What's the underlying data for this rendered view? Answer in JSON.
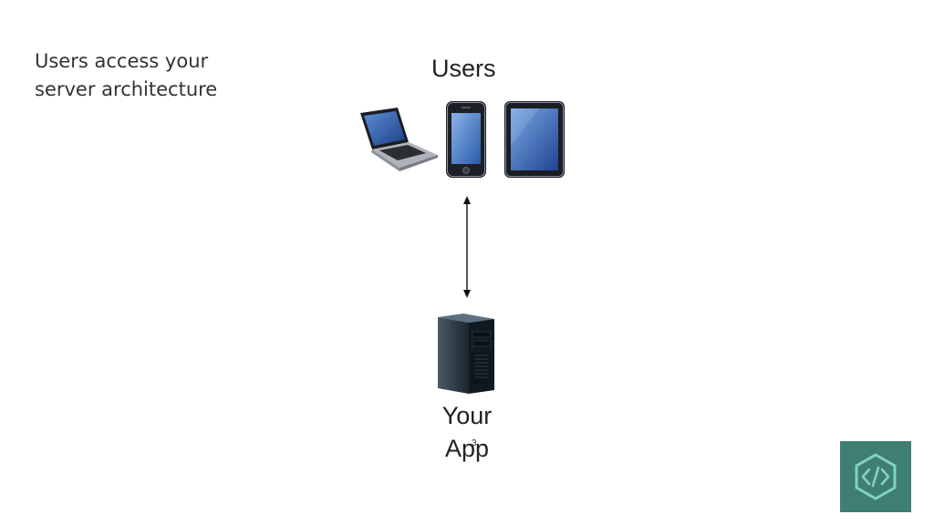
{
  "slide": {
    "text_line1": "Users access your",
    "text_line2": "server architecture"
  },
  "diagram": {
    "users_label": "Users",
    "devices": [
      "laptop-icon",
      "smartphone-icon",
      "tablet-icon"
    ],
    "connector": "double-headed-arrow",
    "server_icon": "server-tower-icon",
    "app_label_line1": "Your",
    "app_label_line2": "App"
  },
  "page_number": "3",
  "colors": {
    "logo_background": "#3f7f72",
    "logo_mark": "#7fd3c0"
  },
  "logo": {
    "icon": "code-hexagon-icon"
  }
}
